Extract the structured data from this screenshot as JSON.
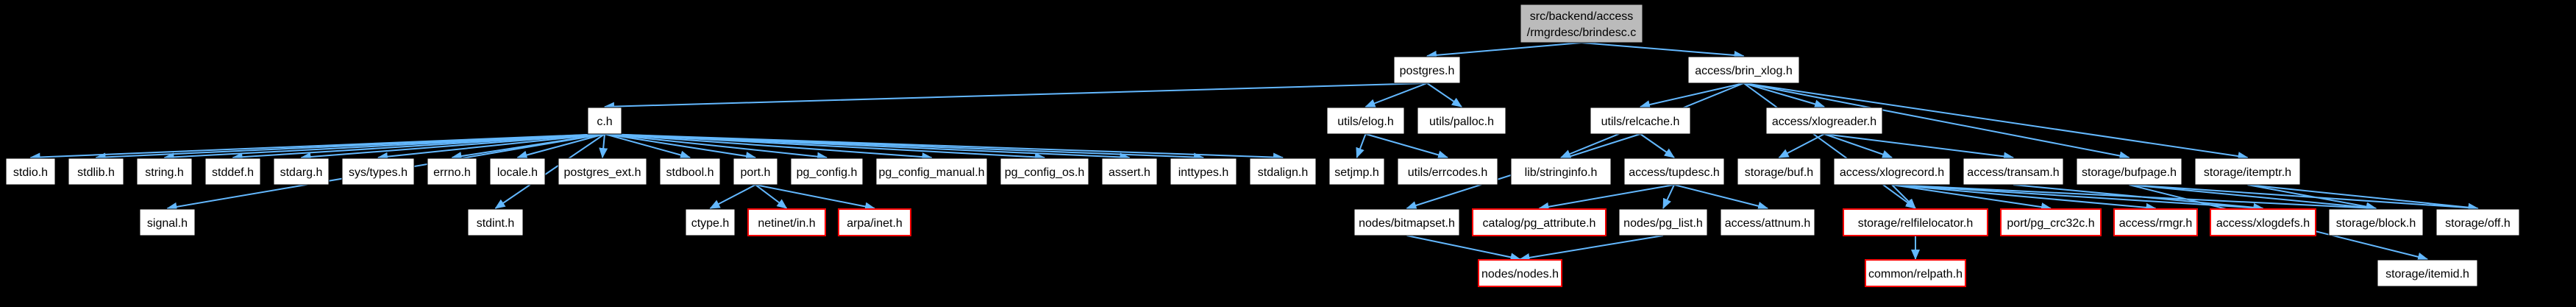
{
  "graph": {
    "title": "src/backend/access/rmgrdesc/brindesc.c include dependency graph",
    "colors": {
      "background": "#000000",
      "edge": "#63B8FF",
      "node_fill": "#FFFFFF",
      "main_node_fill": "#BBBBBB",
      "node_border": "#000000",
      "truncated_border": "#FF0000",
      "text": "#000000"
    },
    "nodes": [
      {
        "id": "brindesc",
        "label": "src/backend/access/rmgrdesc/brindesc.c",
        "lines": [
          "src/backend/access",
          "/rmgrdesc/brindesc.c"
        ],
        "type": "main"
      },
      {
        "id": "postgres",
        "label": "postgres.h",
        "type": "normal"
      },
      {
        "id": "brin_xlog",
        "label": "access/brin_xlog.h",
        "type": "normal"
      },
      {
        "id": "c",
        "label": "c.h",
        "type": "normal"
      },
      {
        "id": "elog",
        "label": "utils/elog.h",
        "type": "normal"
      },
      {
        "id": "palloc",
        "label": "utils/palloc.h",
        "type": "normal"
      },
      {
        "id": "relcache",
        "label": "utils/relcache.h",
        "type": "normal"
      },
      {
        "id": "xlogreader",
        "label": "access/xlogreader.h",
        "type": "normal"
      },
      {
        "id": "stdio",
        "label": "stdio.h",
        "type": "normal"
      },
      {
        "id": "stdlib",
        "label": "stdlib.h",
        "type": "normal"
      },
      {
        "id": "string",
        "label": "string.h",
        "type": "normal"
      },
      {
        "id": "stddef",
        "label": "stddef.h",
        "type": "normal"
      },
      {
        "id": "stdarg",
        "label": "stdarg.h",
        "type": "normal"
      },
      {
        "id": "systypes",
        "label": "sys/types.h",
        "type": "normal"
      },
      {
        "id": "errno",
        "label": "errno.h",
        "type": "normal"
      },
      {
        "id": "locale",
        "label": "locale.h",
        "type": "normal"
      },
      {
        "id": "postgres_ext",
        "label": "postgres_ext.h",
        "type": "normal"
      },
      {
        "id": "stdbool",
        "label": "stdbool.h",
        "type": "normal"
      },
      {
        "id": "port",
        "label": "port.h",
        "type": "normal"
      },
      {
        "id": "pg_config",
        "label": "pg_config.h",
        "type": "normal"
      },
      {
        "id": "pg_config_manual",
        "label": "pg_config_manual.h",
        "type": "normal"
      },
      {
        "id": "pg_config_os",
        "label": "pg_config_os.h",
        "type": "normal"
      },
      {
        "id": "assert",
        "label": "assert.h",
        "type": "normal"
      },
      {
        "id": "inttypes",
        "label": "inttypes.h",
        "type": "normal"
      },
      {
        "id": "stdalign",
        "label": "stdalign.h",
        "type": "normal"
      },
      {
        "id": "setjmp",
        "label": "setjmp.h",
        "type": "normal"
      },
      {
        "id": "errcodes",
        "label": "utils/errcodes.h",
        "type": "normal"
      },
      {
        "id": "stringinfo",
        "label": "lib/stringinfo.h",
        "type": "normal"
      },
      {
        "id": "tupdesc",
        "label": "access/tupdesc.h",
        "type": "normal"
      },
      {
        "id": "buf",
        "label": "storage/buf.h",
        "type": "normal"
      },
      {
        "id": "xlogrecord",
        "label": "access/xlogrecord.h",
        "type": "normal"
      },
      {
        "id": "transam",
        "label": "access/transam.h",
        "type": "normal"
      },
      {
        "id": "bufpage",
        "label": "storage/bufpage.h",
        "type": "normal"
      },
      {
        "id": "itemptr",
        "label": "storage/itemptr.h",
        "type": "normal"
      },
      {
        "id": "signal",
        "label": "signal.h",
        "type": "normal"
      },
      {
        "id": "stdint",
        "label": "stdint.h",
        "type": "normal"
      },
      {
        "id": "ctype",
        "label": "ctype.h",
        "type": "normal"
      },
      {
        "id": "netinet",
        "label": "netinet/in.h",
        "type": "truncated"
      },
      {
        "id": "arpa",
        "label": "arpa/inet.h",
        "type": "truncated"
      },
      {
        "id": "bitmapset",
        "label": "nodes/bitmapset.h",
        "type": "normal"
      },
      {
        "id": "pg_attribute",
        "label": "catalog/pg_attribute.h",
        "type": "truncated"
      },
      {
        "id": "pg_list",
        "label": "nodes/pg_list.h",
        "type": "normal"
      },
      {
        "id": "attnum",
        "label": "access/attnum.h",
        "type": "normal"
      },
      {
        "id": "relfilelocator",
        "label": "storage/relfilelocator.h",
        "type": "truncated"
      },
      {
        "id": "pg_crc32c",
        "label": "port/pg_crc32c.h",
        "type": "truncated"
      },
      {
        "id": "rmgr",
        "label": "access/rmgr.h",
        "type": "truncated"
      },
      {
        "id": "xlogdefs",
        "label": "access/xlogdefs.h",
        "type": "truncated"
      },
      {
        "id": "block",
        "label": "storage/block.h",
        "type": "normal"
      },
      {
        "id": "off",
        "label": "storage/off.h",
        "type": "normal"
      },
      {
        "id": "nodes",
        "label": "nodes/nodes.h",
        "type": "truncated"
      },
      {
        "id": "relpath",
        "label": "common/relpath.h",
        "type": "truncated"
      },
      {
        "id": "itemid",
        "label": "storage/itemid.h",
        "type": "normal"
      }
    ],
    "edges": [
      {
        "from": "brindesc",
        "to": "postgres"
      },
      {
        "from": "brindesc",
        "to": "brin_xlog"
      },
      {
        "from": "postgres",
        "to": "c"
      },
      {
        "from": "postgres",
        "to": "elog"
      },
      {
        "from": "postgres",
        "to": "palloc"
      },
      {
        "from": "brin_xlog",
        "to": "xlogreader"
      },
      {
        "from": "brin_xlog",
        "to": "stringinfo"
      },
      {
        "from": "brin_xlog",
        "to": "bufpage"
      },
      {
        "from": "brin_xlog",
        "to": "itemptr"
      },
      {
        "from": "brin_xlog",
        "to": "relfilelocator"
      },
      {
        "from": "brin_xlog",
        "to": "relcache"
      },
      {
        "from": "c",
        "to": "stdio"
      },
      {
        "from": "c",
        "to": "stdlib"
      },
      {
        "from": "c",
        "to": "string"
      },
      {
        "from": "c",
        "to": "stddef"
      },
      {
        "from": "c",
        "to": "stdarg"
      },
      {
        "from": "c",
        "to": "systypes"
      },
      {
        "from": "c",
        "to": "errno"
      },
      {
        "from": "c",
        "to": "locale"
      },
      {
        "from": "c",
        "to": "postgres_ext"
      },
      {
        "from": "c",
        "to": "stdbool"
      },
      {
        "from": "c",
        "to": "port"
      },
      {
        "from": "c",
        "to": "pg_config"
      },
      {
        "from": "c",
        "to": "pg_config_manual"
      },
      {
        "from": "c",
        "to": "pg_config_os"
      },
      {
        "from": "c",
        "to": "assert"
      },
      {
        "from": "c",
        "to": "inttypes"
      },
      {
        "from": "c",
        "to": "stdalign"
      },
      {
        "from": "c",
        "to": "stdint"
      },
      {
        "from": "c",
        "to": "signal"
      },
      {
        "from": "elog",
        "to": "setjmp"
      },
      {
        "from": "elog",
        "to": "errcodes"
      },
      {
        "from": "relcache",
        "to": "tupdesc"
      },
      {
        "from": "relcache",
        "to": "bitmapset"
      },
      {
        "from": "tupdesc",
        "to": "attnum"
      },
      {
        "from": "tupdesc",
        "to": "pg_attribute"
      },
      {
        "from": "tupdesc",
        "to": "pg_list"
      },
      {
        "from": "bitmapset",
        "to": "nodes"
      },
      {
        "from": "pg_list",
        "to": "nodes"
      },
      {
        "from": "xlogreader",
        "to": "buf"
      },
      {
        "from": "xlogreader",
        "to": "xlogrecord"
      },
      {
        "from": "xlogreader",
        "to": "transam"
      },
      {
        "from": "xlogrecord",
        "to": "relfilelocator"
      },
      {
        "from": "xlogrecord",
        "to": "pg_crc32c"
      },
      {
        "from": "xlogrecord",
        "to": "rmgr"
      },
      {
        "from": "xlogrecord",
        "to": "xlogdefs"
      },
      {
        "from": "xlogrecord",
        "to": "block"
      },
      {
        "from": "transam",
        "to": "xlogdefs"
      },
      {
        "from": "bufpage",
        "to": "block"
      },
      {
        "from": "bufpage",
        "to": "off"
      },
      {
        "from": "bufpage",
        "to": "itemid"
      },
      {
        "from": "itemptr",
        "to": "block"
      },
      {
        "from": "itemptr",
        "to": "off"
      },
      {
        "from": "relfilelocator",
        "to": "relpath"
      },
      {
        "from": "port",
        "to": "ctype"
      },
      {
        "from": "port",
        "to": "netinet"
      },
      {
        "from": "port",
        "to": "arpa"
      }
    ]
  }
}
